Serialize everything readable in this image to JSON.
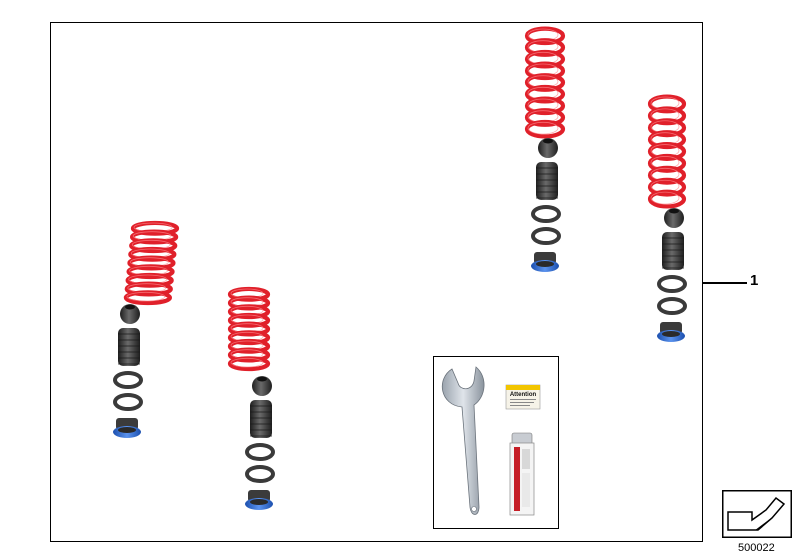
{
  "callout": {
    "number": "1"
  },
  "diagram": {
    "code": "500022"
  },
  "inset": {
    "label_card_title": "Attention"
  },
  "colors": {
    "spring": "#e0202a",
    "rubber": "#3a3a3a",
    "seat_blue": "#2f6fd6",
    "frame": "#000000"
  },
  "icons": [
    "spring-icon",
    "bump-stop-icon",
    "dust-boot-icon",
    "spring-pad-icon",
    "spring-seat-icon",
    "spanner-wrench-icon",
    "label-card-icon",
    "grease-tube-icon",
    "navigation-arrow-icon"
  ]
}
